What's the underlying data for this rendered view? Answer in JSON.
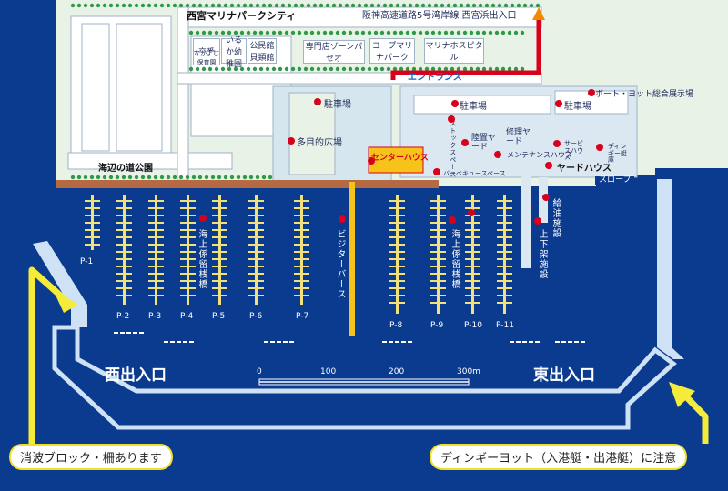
{
  "colors": {
    "sea": "#0b3b8f",
    "land": "#e8f2e6",
    "road": "#ffffff",
    "tree": "#2e9a48",
    "pier": "#f2e07a",
    "breakwater": "#cfe2f5",
    "arrow": "#f5ec3a",
    "red": "#d8001b",
    "orange": "#f08a00"
  },
  "roads": {
    "city_title": "西宮マリナパークシティ",
    "highway": "阪神高速道路5号湾岸線 西宮浜出入口",
    "entrance": "エントランス"
  },
  "buildings": {
    "koban": "交番",
    "nursery": "なかよし保育園",
    "kindergarten": "いるか幼稚園",
    "community": "公民館貝類館",
    "shops": "専門店ゾーンパセオ",
    "coop": "コープマリナパーク",
    "hospital": "マリナホスピタル"
  },
  "facilities": {
    "parking1": "駐車場",
    "plaza": "多目的広場",
    "center_house": "センターハウス",
    "parking2": "駐車場",
    "parking3": "駐車場",
    "boat_show": "ボート・ヨット総合展示場",
    "stock_space": "ストックスペース",
    "land_yard": "陸置ヤード",
    "repair_yard": "修理ヤード",
    "maintenance": "メンテナンスハウス",
    "service_house": "サービスハウス",
    "dinghy_yard": "ディンギー艇庫",
    "yard_house": "ヤードハウス",
    "bbq": "バーベキュースペース",
    "slope": "スロープ",
    "fuel": "給油施設",
    "hoist": "上下架施設",
    "seaside_park": "海辺の道公園"
  },
  "berths": {
    "floating_west": "海上係留桟橋",
    "floating_east": "海上係留桟橋",
    "visitor": "ビジターバース",
    "piers": [
      "P-1",
      "P-2",
      "P-3",
      "P-4",
      "P-5",
      "P-6",
      "P-7",
      "P-8",
      "P-9",
      "P-10",
      "P-11"
    ]
  },
  "entrances": {
    "west": "西出入口",
    "east": "東出入口"
  },
  "scale": {
    "ticks": [
      "0",
      "100",
      "200",
      "300m"
    ]
  },
  "callouts": {
    "left": "消波ブロック・柵あります",
    "right": "ディンギーヨット（入港艇・出港艇）に注意"
  }
}
